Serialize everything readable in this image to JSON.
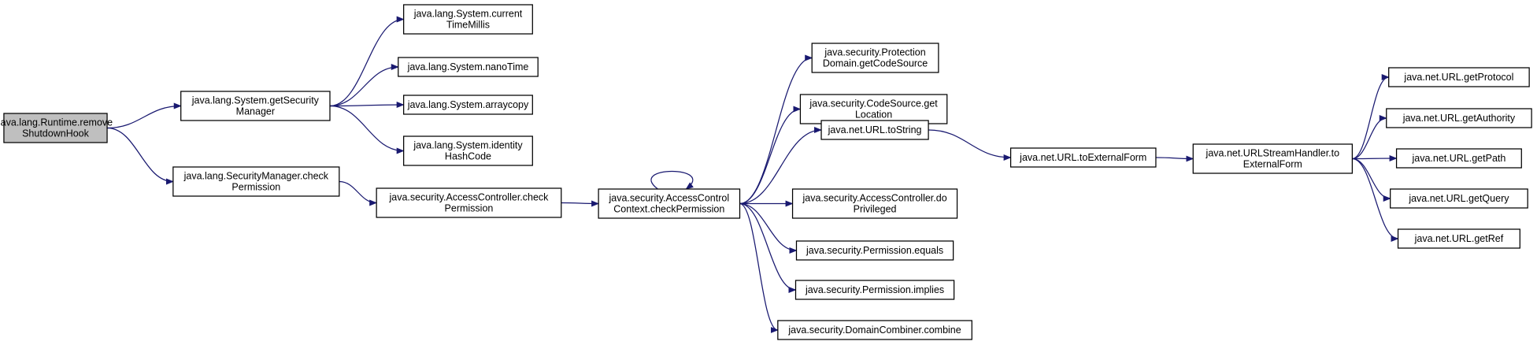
{
  "colors": {
    "root_fill": "#bfbfbf",
    "node_fill": "#ffffff",
    "edge": "#191970",
    "border": "#000000"
  },
  "nodes": [
    {
      "id": "n0",
      "lines": [
        "java.lang.Runtime.remove",
        "ShutdownHook"
      ],
      "root": true
    },
    {
      "id": "n1",
      "lines": [
        "java.lang.System.getSecurity",
        "Manager"
      ]
    },
    {
      "id": "n2",
      "lines": [
        "java.lang.SecurityManager.check",
        "Permission"
      ]
    },
    {
      "id": "n3",
      "lines": [
        "java.lang.System.current",
        "TimeMillis"
      ]
    },
    {
      "id": "n4",
      "lines": [
        "java.lang.System.nanoTime"
      ]
    },
    {
      "id": "n5",
      "lines": [
        "java.lang.System.arraycopy"
      ]
    },
    {
      "id": "n6",
      "lines": [
        "java.lang.System.identity",
        "HashCode"
      ]
    },
    {
      "id": "n7",
      "lines": [
        "java.security.AccessController.check",
        "Permission"
      ]
    },
    {
      "id": "n8",
      "lines": [
        "java.security.AccessControl",
        "Context.checkPermission"
      ]
    },
    {
      "id": "n9",
      "lines": [
        "java.security.Protection",
        "Domain.getCodeSource"
      ]
    },
    {
      "id": "n10",
      "lines": [
        "java.security.CodeSource.get",
        "Location"
      ]
    },
    {
      "id": "n11",
      "lines": [
        "java.net.URL.toString"
      ]
    },
    {
      "id": "n12",
      "lines": [
        "java.security.AccessController.do",
        "Privileged"
      ]
    },
    {
      "id": "n13",
      "lines": [
        "java.security.Permission.equals"
      ]
    },
    {
      "id": "n14",
      "lines": [
        "java.security.Permission.implies"
      ]
    },
    {
      "id": "n15",
      "lines": [
        "java.security.DomainCombiner.combine"
      ]
    },
    {
      "id": "n16",
      "lines": [
        "java.net.URL.toExternalForm"
      ]
    },
    {
      "id": "n17",
      "lines": [
        "java.net.URLStreamHandler.to",
        "ExternalForm"
      ]
    },
    {
      "id": "n18",
      "lines": [
        "java.net.URL.getProtocol"
      ]
    },
    {
      "id": "n19",
      "lines": [
        "java.net.URL.getAuthority"
      ]
    },
    {
      "id": "n20",
      "lines": [
        "java.net.URL.getPath"
      ]
    },
    {
      "id": "n21",
      "lines": [
        "java.net.URL.getQuery"
      ]
    },
    {
      "id": "n22",
      "lines": [
        "java.net.URL.getRef"
      ]
    }
  ],
  "edges": [
    [
      "n0",
      "n1"
    ],
    [
      "n0",
      "n2"
    ],
    [
      "n1",
      "n3"
    ],
    [
      "n1",
      "n4"
    ],
    [
      "n1",
      "n5"
    ],
    [
      "n1",
      "n6"
    ],
    [
      "n2",
      "n7"
    ],
    [
      "n7",
      "n8"
    ],
    [
      "n8",
      "n8"
    ],
    [
      "n8",
      "n9"
    ],
    [
      "n8",
      "n10"
    ],
    [
      "n8",
      "n11"
    ],
    [
      "n8",
      "n12"
    ],
    [
      "n8",
      "n13"
    ],
    [
      "n8",
      "n14"
    ],
    [
      "n8",
      "n15"
    ],
    [
      "n11",
      "n16"
    ],
    [
      "n16",
      "n17"
    ],
    [
      "n17",
      "n18"
    ],
    [
      "n17",
      "n19"
    ],
    [
      "n17",
      "n20"
    ],
    [
      "n17",
      "n21"
    ],
    [
      "n17",
      "n22"
    ]
  ]
}
